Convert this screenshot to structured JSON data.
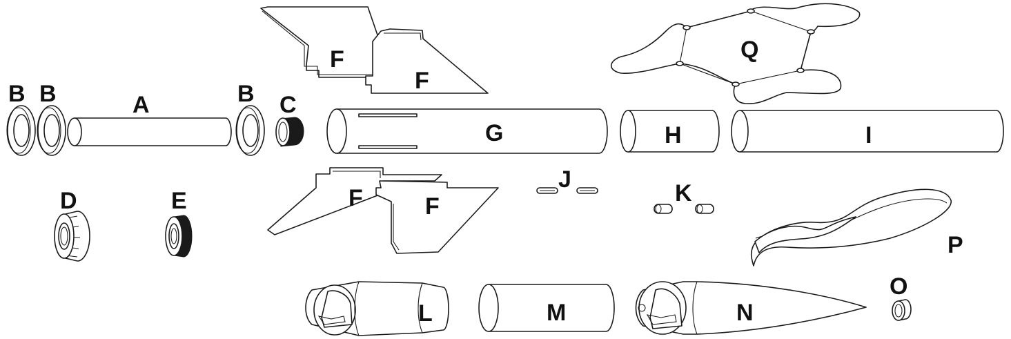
{
  "colors": {
    "line": "#1a1a1a",
    "background": "#ffffff"
  },
  "labels": {
    "A": "A",
    "B": "B",
    "C": "C",
    "D": "D",
    "E": "E",
    "F": "F",
    "G": "G",
    "H": "H",
    "I": "I",
    "J": "J",
    "K": "K",
    "L": "L",
    "M": "M",
    "N": "N",
    "O": "O",
    "P": "P",
    "Q": "Q"
  }
}
